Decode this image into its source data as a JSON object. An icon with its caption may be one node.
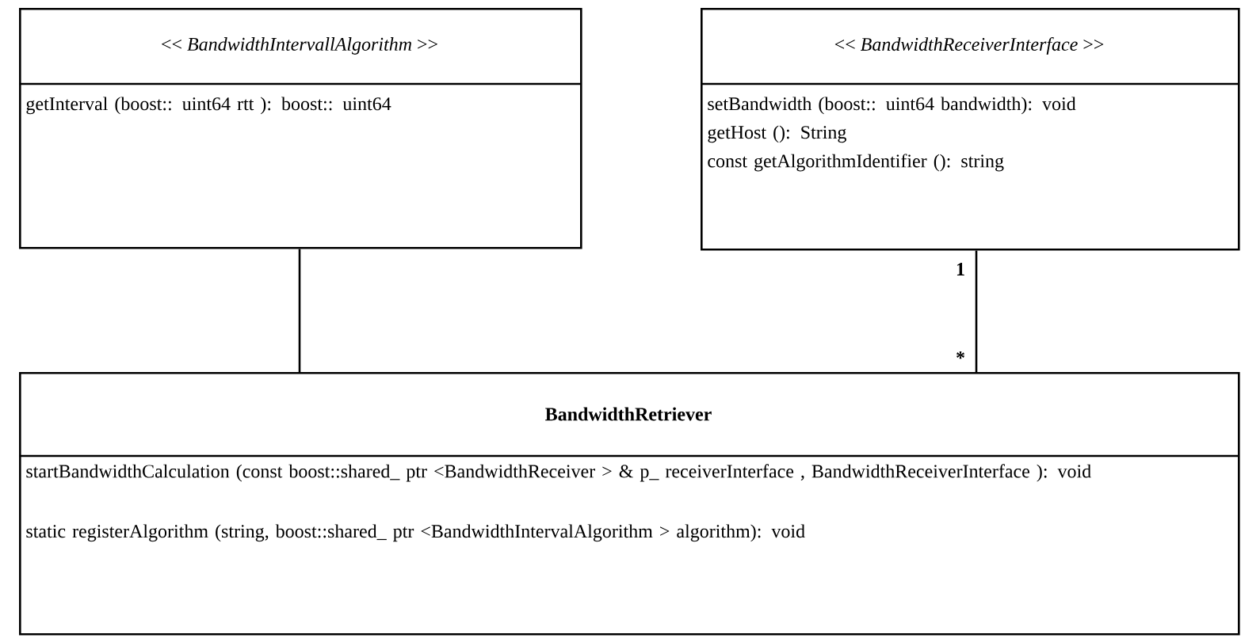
{
  "diagram": {
    "nodes": [
      {
        "text": [
          "<< *BandwidthIntervallAlgorithm* >>",
          "getInterval (boost:: uint64 rtt ): boost:: uint64"
        ]
      },
      {
        "text": [
          "<< *BandwidthReceiverInterface* >>",
          "setBandwidth (boost:: uint64 bandwidth): void",
          "getHost (): String",
          "const getAlgorithmIdentifier (): string"
        ]
      },
      {
        "text": [
          "BandwidthRetriever",
          "startBandwidthCalculation (const boost::shared_ ptr <BandwidthReceiver > & p_ receiverInterface , BandwidthReceiverInterface ): void",
          "static registerAlgorithm (string, boost::shared_ ptr <BandwidthIntervalAlgorithm > algorithm): void"
        ]
      }
    ],
    "edges": [
      {
        "from": 0,
        "to": 2,
        "arrow": "none"
      },
      {
        "from": 1,
        "to": 2,
        "arrow": "none"
      }
    ],
    "labels": [
      "1",
      "*"
    ]
  }
}
